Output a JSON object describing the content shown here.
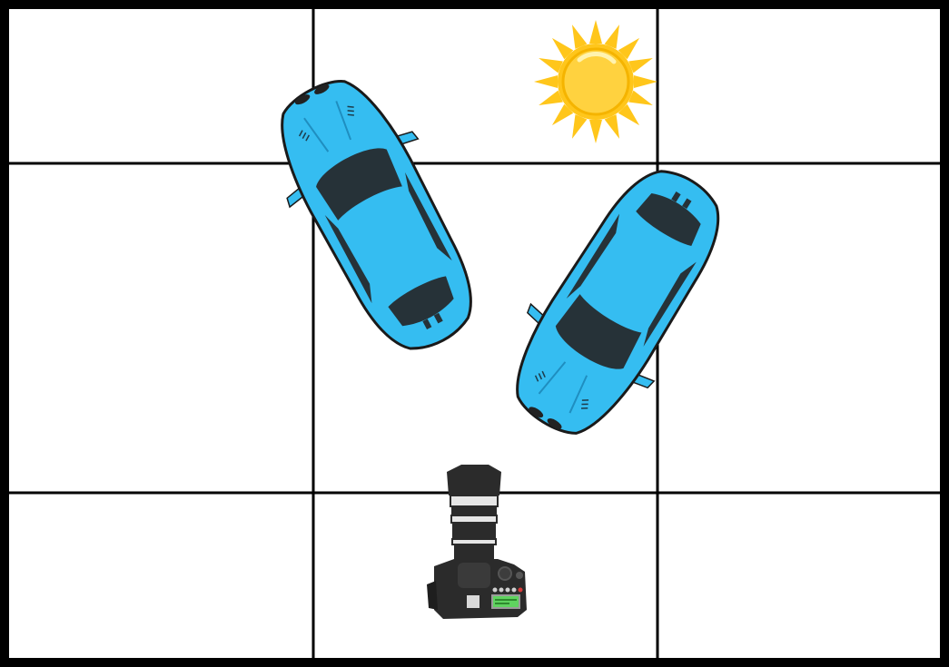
{
  "diagram": {
    "kind": "photography-setup-top-view",
    "grid": {
      "rows": 3,
      "columns": 3,
      "line_color": "#000000",
      "background": "#ffffff"
    },
    "objects": [
      {
        "id": "sun",
        "icon": "sun-icon",
        "color": "#ffc61b"
      },
      {
        "id": "car-left",
        "icon": "car-icon",
        "color": "#35bdf1"
      },
      {
        "id": "car-right",
        "icon": "car-icon",
        "color": "#35bdf1"
      },
      {
        "id": "camera",
        "icon": "camera-icon",
        "color": "#2b2b2b",
        "screen_color": "#5fd35f"
      }
    ]
  }
}
